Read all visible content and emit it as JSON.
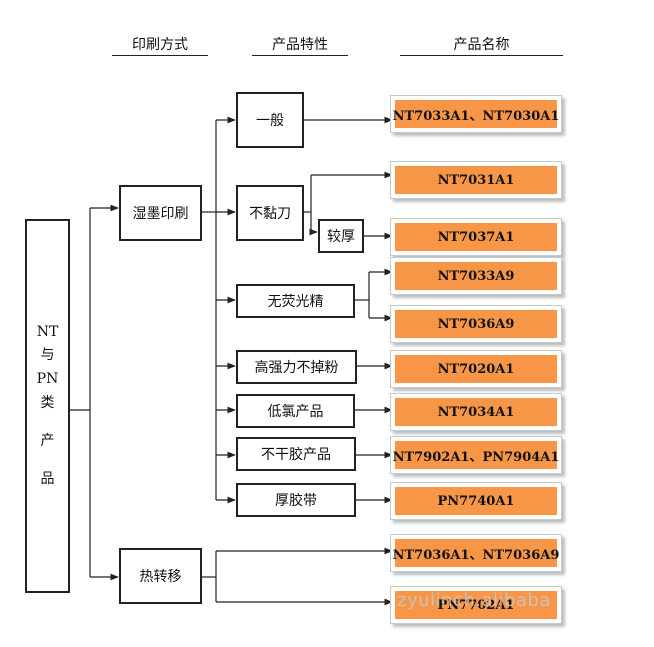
{
  "headers": {
    "print_method": "印刷方式",
    "product_property": "产品特性",
    "product_name": "产品名称"
  },
  "root": [
    "NT",
    "与",
    "PN",
    "类",
    "产",
    "品"
  ],
  "methods": {
    "wet_ink": "湿墨印刷",
    "heat_transfer": "热转移"
  },
  "properties": {
    "general": "一般",
    "non_stick": "不黏刀",
    "thicker": "较厚",
    "matte": "无荧光精",
    "high_strength": "高强力不掉粉",
    "low_chlorine": "低氯产品",
    "non_dry": "不干胶产品",
    "thick_tape": "厚胶带"
  },
  "products": {
    "p1": "NT7033A1、NT7030A1",
    "p2": "NT7031A1",
    "p3": "NT7037A1",
    "p4": "NT7033A9",
    "p5": "NT7036A9",
    "p6": "NT7020A1",
    "p7": "NT7034A1",
    "p8": "NT7902A1、PN7904A1",
    "p9": "PN7740A1",
    "p10": "NT7036A1、NT7036A9",
    "p11": "PN7702A1"
  },
  "watermark": "zyulinch.alibaba",
  "colors": {
    "product_fill": "#f79646",
    "line": "#222222"
  }
}
